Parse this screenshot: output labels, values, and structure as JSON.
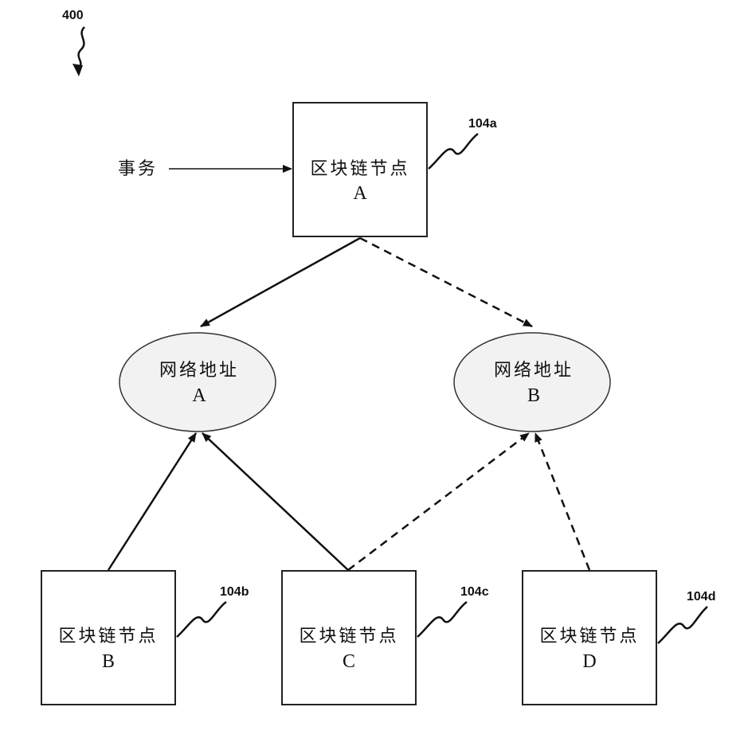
{
  "figure_label": "400",
  "transaction_label": "事务",
  "nodes": {
    "a": {
      "title": "区块链节点",
      "letter": "A",
      "ref": "104a"
    },
    "b": {
      "title": "区块链节点",
      "letter": "B",
      "ref": "104b"
    },
    "c": {
      "title": "区块链节点",
      "letter": "C",
      "ref": "104c"
    },
    "d": {
      "title": "区块链节点",
      "letter": "D",
      "ref": "104d"
    }
  },
  "addresses": {
    "a": {
      "title": "网络地址",
      "letter": "A"
    },
    "b": {
      "title": "网络地址",
      "letter": "B"
    }
  },
  "connections": [
    {
      "from": "node-a",
      "to": "address-a",
      "style": "solid"
    },
    {
      "from": "node-a",
      "to": "address-b",
      "style": "dashed"
    },
    {
      "from": "node-b",
      "to": "address-a",
      "style": "solid"
    },
    {
      "from": "node-c",
      "to": "address-a",
      "style": "solid"
    },
    {
      "from": "node-c",
      "to": "address-b",
      "style": "dashed"
    },
    {
      "from": "node-d",
      "to": "address-b",
      "style": "dashed"
    },
    {
      "from": "transaction",
      "to": "node-a",
      "style": "thin"
    }
  ]
}
